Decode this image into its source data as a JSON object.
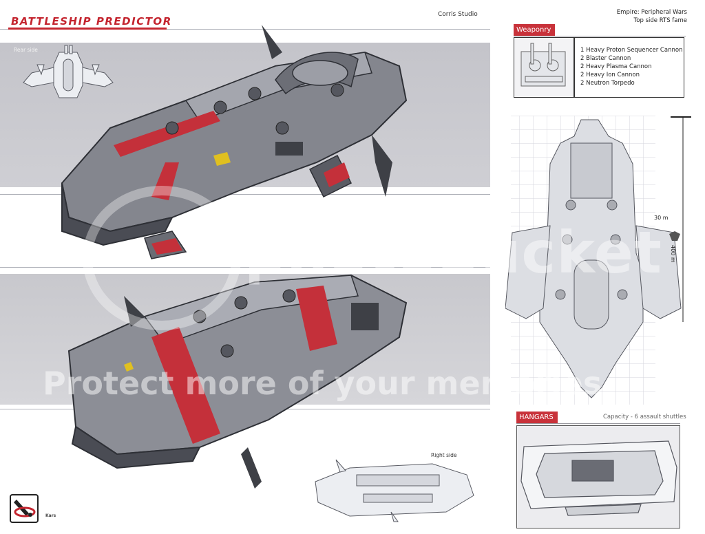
{
  "header": {
    "title": "Battleship Predictor",
    "studio": "Corris Studio"
  },
  "views": {
    "rear_label": "Rear side",
    "right_label": "Right side"
  },
  "logo": {
    "sub_label": "Kars"
  },
  "info": {
    "empire_line1": "Empire: Peripheral Wars",
    "empire_line2": "Top side RTS fame"
  },
  "weaponry": {
    "tag": "Weaponry",
    "items": [
      "1 Heavy Proton Sequencer Cannon",
      "2 Blaster Cannon",
      "2 Heavy Plasma Cannon",
      "2 Heavy Ion Cannon",
      "2 Neutron Torpedo"
    ]
  },
  "scale": {
    "small": "30 m",
    "length": "400 m"
  },
  "hangars": {
    "tag": "HANGARS",
    "capacity": "Capacity - 6 assault shuttles"
  },
  "watermark": {
    "main": "photobucket",
    "sub": "Protect more of your memories"
  },
  "colors": {
    "accent": "#c4252f",
    "hull": "#7a7c84",
    "hull_dark": "#3e4046",
    "band": "#c9c9ce"
  }
}
